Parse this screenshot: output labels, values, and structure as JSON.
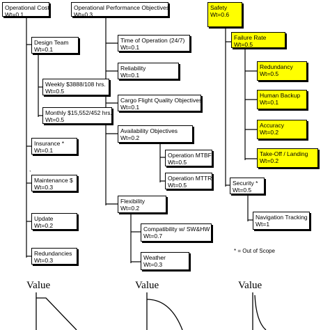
{
  "columns": {
    "cost": {
      "root": {
        "title": "Operational Cost",
        "weight": "Wt=0.1"
      },
      "design_team": {
        "title": "Design Team",
        "weight": "Wt=0.1"
      },
      "weekly": {
        "title": "Weekly $3888/108 hrs.",
        "weight": "Wt=0.5"
      },
      "monthly": {
        "title": "Monthly $15,552/452 hrs.",
        "weight": "Wt=0.5"
      },
      "insurance": {
        "title": "Insurance *",
        "weight": "Wt=0.1"
      },
      "maintenance": {
        "title": "Maintenance $",
        "weight": "Wt=0.3"
      },
      "update": {
        "title": "Update",
        "weight": "Wt=0.2"
      },
      "redundancies": {
        "title": "Redundancies",
        "weight": "Wt=0.3"
      }
    },
    "performance": {
      "root": {
        "title": "Operational Performance Objectives",
        "weight": "Wt=0.3"
      },
      "time_of_operation": {
        "title": "Time of Operation (24/7)",
        "weight": "Wt=0.1"
      },
      "reliability": {
        "title": "Reliability",
        "weight": "Wt=0.1"
      },
      "cargo_flight": {
        "title": "Cargo Flight Quality Objectives",
        "weight": "Wt=0.1"
      },
      "availability": {
        "title": "Availability Objectives",
        "weight": "Wt=0.2"
      },
      "mtbf": {
        "title": "Operation MTBF",
        "weight": "Wt=0.5"
      },
      "mttr": {
        "title": "Operation MTTR",
        "weight": "Wt=0.5"
      },
      "flexibility": {
        "title": "Flexibility",
        "weight": "Wt=0.2"
      },
      "compatibility": {
        "title": "Compatibility w/ SW&HW",
        "weight": "Wt=0.7"
      },
      "weather": {
        "title": "Weather",
        "weight": "Wt=0.3"
      }
    },
    "safety": {
      "root": {
        "title": "Safety",
        "weight": "Wt=0.6"
      },
      "failure_rate": {
        "title": "Failure Rate",
        "weight": "Wt=0.5"
      },
      "redundancy": {
        "title": "Redundancy",
        "weight": "Wt=0.5"
      },
      "human_backup": {
        "title": "Human Backup",
        "weight": "Wt=0.1"
      },
      "accuracy": {
        "title": "Accuracy",
        "weight": "Wt=0.2"
      },
      "takeoff": {
        "title": "Take-Off / Landing",
        "weight": "Wt=0.2"
      },
      "security": {
        "title": "Security *",
        "weight": "Wt=0.5"
      },
      "navigation": {
        "title": "Navigation Tracking",
        "weight": "Wt=1"
      }
    }
  },
  "note": "* = Out of Scope",
  "stray_mark": "`",
  "value_curves": [
    {
      "label": "Value",
      "shape": "linear-decreasing"
    },
    {
      "label": "Value",
      "shape": "concave-decreasing"
    },
    {
      "label": "Value",
      "shape": "convex-decreasing"
    }
  ],
  "colors": {
    "highlight": "#ffff00",
    "line": "#000000"
  }
}
